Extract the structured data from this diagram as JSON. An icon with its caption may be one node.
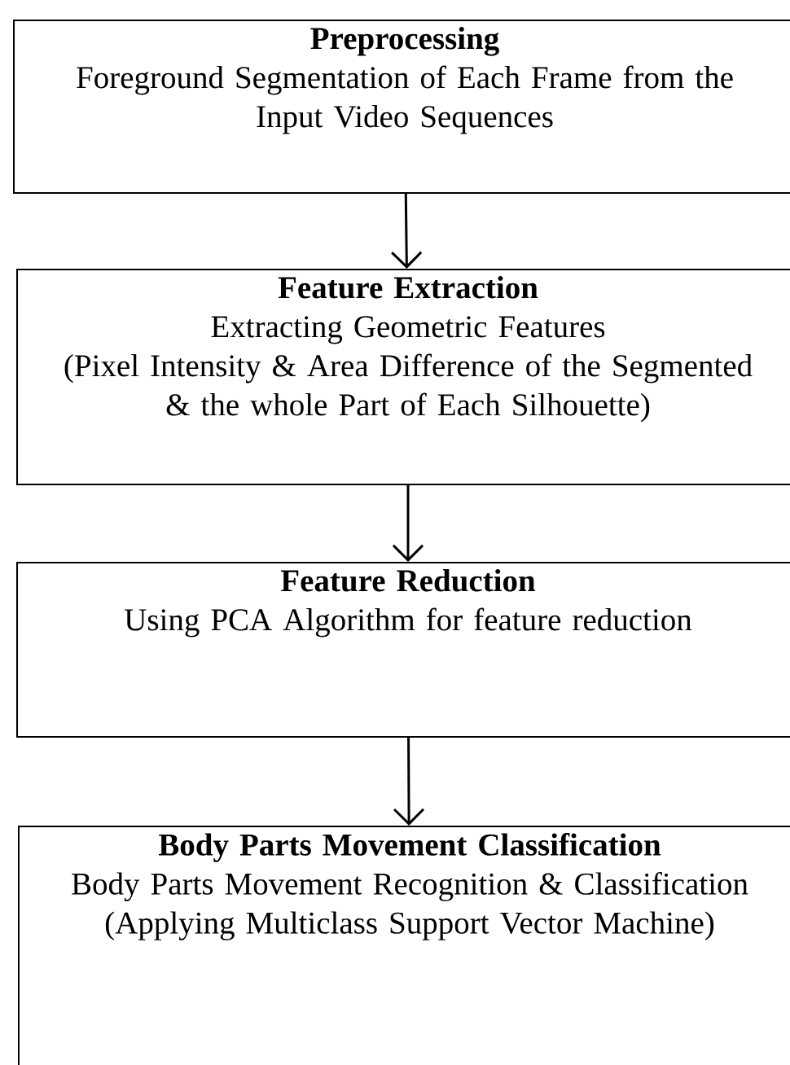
{
  "diagram": {
    "nodes": [
      {
        "text": [
          "Preprocessing",
          "Foreground Segmentation of Each Frame from the Input Video Sequences"
        ]
      },
      {
        "text": [
          "Feature Extraction",
          "Extracting Geometric Features",
          "(Pixel Intensity & Area Difference of the Segmented & the whole Part of Each Silhouette)"
        ]
      },
      {
        "text": [
          "Feature Reduction",
          "Using PCA Algorithm for feature reduction"
        ]
      },
      {
        "text": [
          "Body Parts Movement Classification",
          "Body Parts Movement Recognition & Classification",
          "(Applying Multiclass Support Vector Machine)"
        ]
      }
    ],
    "edges": [
      {
        "from": 0,
        "to": 1,
        "arrow": "to"
      },
      {
        "from": 1,
        "to": 2,
        "arrow": "to"
      },
      {
        "from": 2,
        "to": 3,
        "arrow": "to"
      }
    ]
  }
}
